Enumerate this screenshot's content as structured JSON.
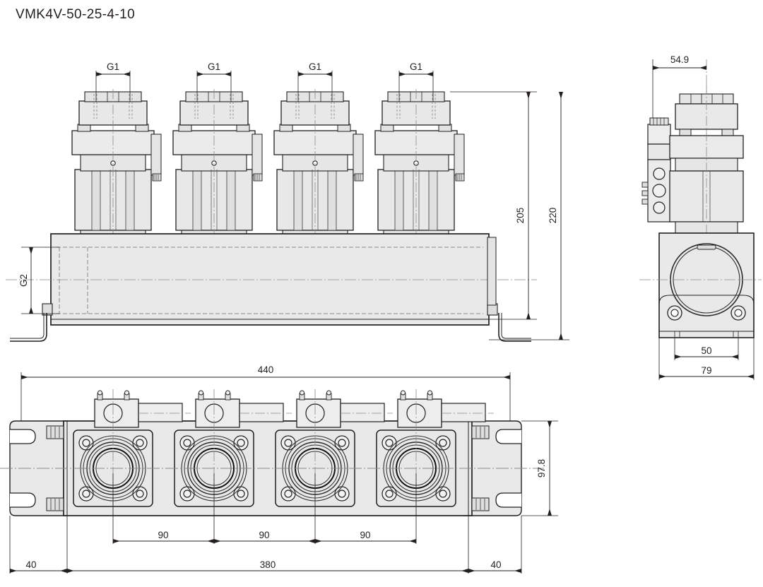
{
  "title": "VMK4V-50-25-4-10",
  "drawing": {
    "type": "engineering-dimensioned-drawing",
    "description": "Pneumatic solenoid valve manifold bank with 4 stations, shown in front elevation, right side elevation and plan (bottom) view",
    "views": [
      {
        "name": "front-elevation",
        "position": "top-left"
      },
      {
        "name": "side-elevation",
        "position": "top-right"
      },
      {
        "name": "plan-view",
        "position": "bottom-left"
      }
    ],
    "station_count": 4
  },
  "dimensions": {
    "front": {
      "g1_label": "G1",
      "g1_count": 4,
      "g2_label": "G2",
      "height_inner": "205",
      "height_outer": "220"
    },
    "side": {
      "offset_top": "54.9",
      "width_inner": "50",
      "width_outer": "79"
    },
    "plan": {
      "overall_width": "440",
      "body_width": "380",
      "end_left": "40",
      "end_right": "40",
      "pitch": [
        "90",
        "90",
        "90"
      ],
      "depth": "97.8"
    }
  },
  "colors": {
    "line": "#231f20",
    "fill_light": "#ebebeb",
    "fill_mid": "#e0e0e0",
    "fill_dark": "#d2d2d2",
    "center_line": "#7a7a7a",
    "background": "#ffffff"
  }
}
